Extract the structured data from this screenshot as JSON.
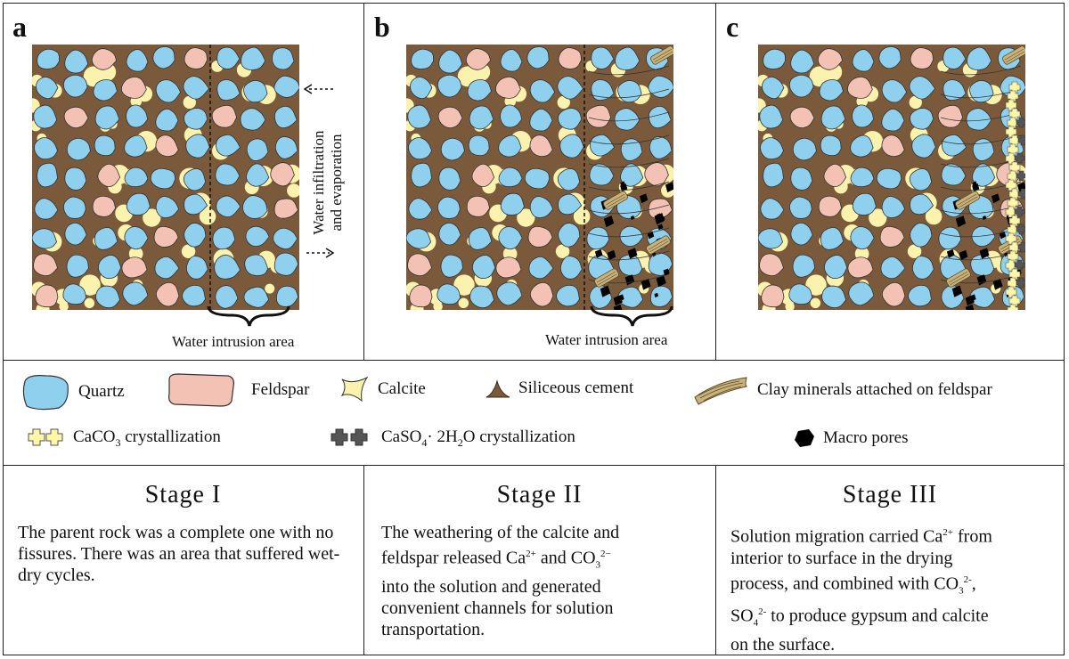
{
  "panels": [
    {
      "letter": "a",
      "area_label": "Water intrusion area",
      "side_label_1": "Water infiltration",
      "side_label_2": "and evaporation"
    },
    {
      "letter": "b",
      "area_label": "Water intrusion area"
    },
    {
      "letter": "c"
    }
  ],
  "legend": {
    "quartz": "Quartz",
    "feldspar": "Feldspar",
    "calcite": "Calcite",
    "siliceous": "Siliceous cement",
    "clay": "Clay minerals attached on feldspar",
    "caco3_prefix": "CaCO",
    "caco3_sub": "3",
    "caco3_suffix": " crystallization",
    "caso4_prefix": "CaSO",
    "caso4_sub1": "4",
    "caso4_mid": "· 2H",
    "caso4_sub2": "2",
    "caso4_suffix": "O crystallization",
    "pores": "Macro pores"
  },
  "stages": [
    {
      "title": "Stage I",
      "text": "The parent rock was a complete one with no fissures. There was an area that suffered wet-dry cycles."
    },
    {
      "title": "Stage II"
    },
    {
      "title": "Stage III"
    }
  ],
  "stage2": {
    "l1": "The weathering of the calcite and",
    "l2a": "feldspar released Ca",
    "l2sup": "2+",
    "l2b": " and CO",
    "l2sub": "3",
    "l2sup2": "2−",
    "l3": "into the solution and generated",
    "l4": "convenient channels for solution",
    "l5": "transportation."
  },
  "stage3": {
    "l1a": "Solution migration carried Ca",
    "l1sup": "2+",
    "l1b": " from",
    "l2": "interior to surface in the drying",
    "l3a": "process, and combined with CO",
    "l3sub": "3",
    "l3sup": "2-",
    "l3b": ",",
    "l4a": "SO",
    "l4sub": "4",
    "l4sup": "2-",
    "l4b": " to produce gypsum and calcite",
    "l5": "on the surface."
  },
  "colors": {
    "quartz": "#8fd0ee",
    "feldspar": "#f3c2b4",
    "calcite": "#fbf2ad",
    "cement": "#7a5a3a",
    "clay": "#c9b27a",
    "caco3": "#fff6a8",
    "caso4": "#555555",
    "pore": "#000000"
  }
}
